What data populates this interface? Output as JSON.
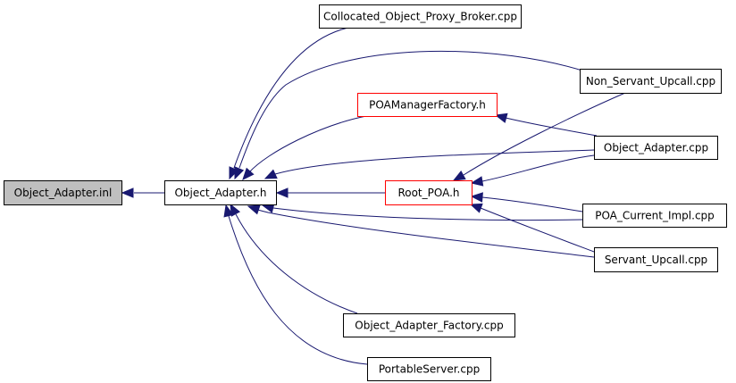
{
  "diagram": {
    "type": "include-dependency-graph",
    "colors": {
      "edge": "#191970",
      "node_border": "#000000",
      "highlight_border": "#ff0000",
      "root_fill": "#bfbfbf",
      "node_fill": "#ffffff"
    },
    "nodes": [
      {
        "id": "object_adapter_inl",
        "label": "Object_Adapter.inl",
        "style": "root"
      },
      {
        "id": "object_adapter_h",
        "label": "Object_Adapter.h",
        "style": "normal"
      },
      {
        "id": "collocated_object_proxy_broker_cpp",
        "label": "Collocated_Object_Proxy_Broker.cpp",
        "style": "normal"
      },
      {
        "id": "poamanagerfactory_h",
        "label": "POAManagerFactory.h",
        "style": "truncated"
      },
      {
        "id": "root_poa_h",
        "label": "Root_POA.h",
        "style": "truncated"
      },
      {
        "id": "non_servant_upcall_cpp",
        "label": "Non_Servant_Upcall.cpp",
        "style": "normal"
      },
      {
        "id": "object_adapter_cpp",
        "label": "Object_Adapter.cpp",
        "style": "normal"
      },
      {
        "id": "poa_current_impl_cpp",
        "label": "POA_Current_Impl.cpp",
        "style": "normal"
      },
      {
        "id": "servant_upcall_cpp",
        "label": "Servant_Upcall.cpp",
        "style": "normal"
      },
      {
        "id": "object_adapter_factory_cpp",
        "label": "Object_Adapter_Factory.cpp",
        "style": "normal"
      },
      {
        "id": "portableserver_cpp",
        "label": "PortableServer.cpp",
        "style": "normal"
      }
    ],
    "edges": [
      {
        "from": "object_adapter_h",
        "to": "object_adapter_inl"
      },
      {
        "from": "collocated_object_proxy_broker_cpp",
        "to": "object_adapter_h"
      },
      {
        "from": "non_servant_upcall_cpp",
        "to": "object_adapter_h"
      },
      {
        "from": "poamanagerfactory_h",
        "to": "object_adapter_h"
      },
      {
        "from": "object_adapter_cpp",
        "to": "object_adapter_h"
      },
      {
        "from": "root_poa_h",
        "to": "object_adapter_h"
      },
      {
        "from": "poa_current_impl_cpp",
        "to": "object_adapter_h"
      },
      {
        "from": "servant_upcall_cpp",
        "to": "object_adapter_h"
      },
      {
        "from": "object_adapter_factory_cpp",
        "to": "object_adapter_h"
      },
      {
        "from": "portableserver_cpp",
        "to": "object_adapter_h"
      },
      {
        "from": "object_adapter_cpp",
        "to": "poamanagerfactory_h"
      },
      {
        "from": "non_servant_upcall_cpp",
        "to": "root_poa_h"
      },
      {
        "from": "object_adapter_cpp",
        "to": "root_poa_h"
      },
      {
        "from": "poa_current_impl_cpp",
        "to": "root_poa_h"
      },
      {
        "from": "servant_upcall_cpp",
        "to": "root_poa_h"
      }
    ]
  }
}
